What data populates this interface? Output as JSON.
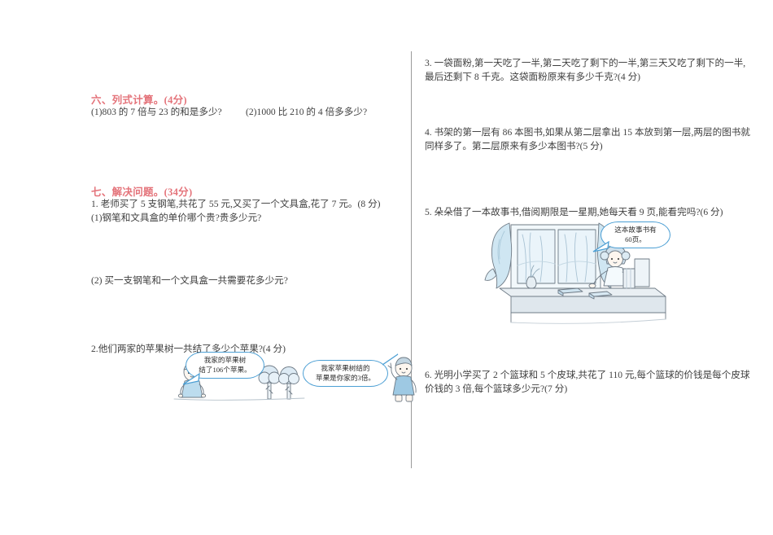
{
  "page": {
    "background_color": "#ffffff",
    "text_color": "#3f3f3f",
    "heading_color": "#e4737a",
    "divider_color": "#9a9a9a"
  },
  "left_column": {
    "section_six": {
      "heading": "六、列式计算。(4分)",
      "items": [
        "(1)803 的 7 倍与 23 的和是多少?",
        "(2)1000 比 210 的 4 倍多多少?"
      ]
    },
    "section_seven": {
      "heading": "七、解决问题。(34分)",
      "q1": {
        "stem": "1. 老师买了 5 支钢笔,共花了 55 元,又买了一个文具盒,花了 7 元。(8 分)",
        "parts": [
          "(1)钢笔和文具盒的单价哪个贵?贵多少元?",
          "(2) 买一支钢笔和一个文具盒一共需要花多少元?"
        ]
      },
      "q2": {
        "stem": "2.他们两家的苹果树一共结了多少个苹果?(4 分)",
        "bubble_left": {
          "line1": "我家的苹果树",
          "line2": "结了106个苹果。"
        },
        "bubble_right": {
          "line1": "我家苹果树结的",
          "line2": "苹果是你家的3倍。"
        }
      }
    }
  },
  "right_column": {
    "q3": {
      "line1": "3. 一袋面粉,第一天吃了一半,第二天吃了剩下的一半,第三天又吃了剩下的一半,",
      "line2": "最后还剩下 8 千克。这袋面粉原来有多少千克?(4 分)"
    },
    "q4": {
      "line1": "4. 书架的第一层有 86 本图书,如果从第二层拿出 15 本放到第一层,两层的图书就",
      "line2": "同样多了。第二层原来有多少本图书?(5 分)"
    },
    "q5": {
      "stem": "5. 朵朵借了一本故事书,借阅期限是一星期,她每天看 9 页,能看完吗?(6 分)",
      "bubble": {
        "line1": "这本故事书有",
        "line2": "60页。"
      }
    },
    "q6": {
      "line1": "6. 光明小学买了 2 个篮球和 5 个皮球,共花了 110 元,每个篮球的价钱是每个皮球",
      "line2": "价钱的 3 倍,每个篮球多少元?(7 分)"
    }
  },
  "illustrations": {
    "apple_trees_scene": "two-children-apple-trees-illustration",
    "desk_reading_scene": "girl-reading-at-desk-window-illustration"
  }
}
